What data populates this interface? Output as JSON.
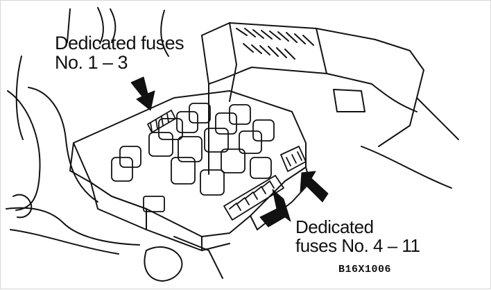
{
  "diagram": {
    "labels": {
      "top": {
        "line1": "Dedicated fuses",
        "line2": "No. 1 – 3"
      },
      "bottom": {
        "line1": "Dedicated",
        "line2": "fuses No. 4 – 11"
      }
    },
    "figure_code": "B16X1006"
  },
  "colors": {
    "ink": "#111111",
    "background": "#ffffff",
    "frame": "#d6d6d6"
  },
  "icons": [
    "arrow-icon",
    "fuse-icon",
    "relay-icon"
  ]
}
